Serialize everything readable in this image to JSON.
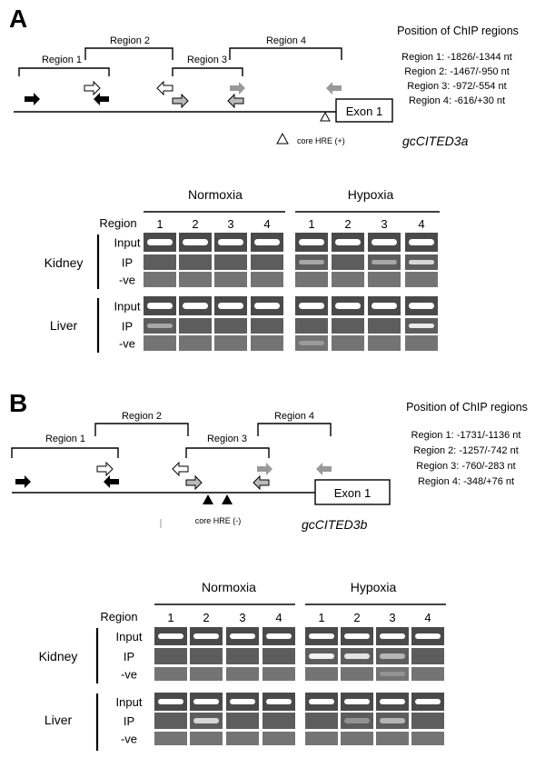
{
  "panel_a": {
    "letter": "A",
    "regions": [
      "Region 1",
      "Region 2",
      "Region 3",
      "Region 4"
    ],
    "exon_label": "Exon 1",
    "hre_label": "core HRE (+)",
    "gene": "gcCITED3a",
    "position_title": "Position of ChIP regions",
    "positions": [
      "Region 1: -1826/-1344 nt",
      "Region 2: -1467/-950 nt",
      "Region 3: -972/-554 nt",
      "Region 4: -616/+30 nt"
    ],
    "gel": {
      "conditions": [
        "Normoxia",
        "Hypoxia"
      ],
      "region_header": "Region",
      "lane_numbers": [
        "1",
        "2",
        "3",
        "4"
      ],
      "tissues": [
        {
          "name": "Kidney",
          "rows": [
            {
              "label": "Input",
              "normoxia": [
                1,
                1,
                1,
                1
              ],
              "hypoxia": [
                1,
                1,
                1,
                1
              ]
            },
            {
              "label": "IP",
              "normoxia": [
                0,
                0,
                0,
                0
              ],
              "hypoxia": [
                0.35,
                0,
                0.35,
                0.7
              ]
            },
            {
              "label": "-ve",
              "normoxia": [
                0,
                0,
                0,
                0
              ],
              "hypoxia": [
                0,
                0,
                0,
                0
              ]
            }
          ]
        },
        {
          "name": "Liver",
          "rows": [
            {
              "label": "Input",
              "normoxia": [
                1,
                1,
                1,
                1
              ],
              "hypoxia": [
                1,
                1,
                1,
                1
              ]
            },
            {
              "label": "IP",
              "normoxia": [
                0.35,
                0,
                0,
                0
              ],
              "hypoxia": [
                0,
                0,
                0,
                0.85
              ]
            },
            {
              "label": "-ve",
              "normoxia": [
                0,
                0,
                0,
                0
              ],
              "hypoxia": [
                0.25,
                0,
                0,
                0
              ]
            }
          ]
        }
      ]
    }
  },
  "panel_b": {
    "letter": "B",
    "regions": [
      "Region 1",
      "Region 2",
      "Region 3",
      "Region 4"
    ],
    "exon_label": "Exon 1",
    "hre_label": "core HRE (-)",
    "gene": "gcCITED3b",
    "position_title": "Position of ChIP regions",
    "positions": [
      "Region 1: -1731/-1136 nt",
      "Region 2: -1257/-742 nt",
      "Region 3: -760/-283 nt",
      "Region 4: -348/+76 nt"
    ],
    "gel": {
      "conditions": [
        "Normoxia",
        "Hypoxia"
      ],
      "region_header": "Region",
      "lane_numbers": [
        "1",
        "2",
        "3",
        "4"
      ],
      "tissues": [
        {
          "name": "Kidney",
          "rows": [
            {
              "label": "Input",
              "normoxia": [
                1,
                1,
                1,
                1
              ],
              "hypoxia": [
                1,
                1,
                1,
                1
              ]
            },
            {
              "label": "IP",
              "normoxia": [
                0,
                0,
                0,
                0
              ],
              "hypoxia": [
                0.9,
                0.8,
                0.45,
                0
              ]
            },
            {
              "label": "-ve",
              "normoxia": [
                0,
                0,
                0,
                0
              ],
              "hypoxia": [
                0,
                0,
                0.2,
                0
              ]
            }
          ]
        },
        {
          "name": "Liver",
          "rows": [
            {
              "label": "Input",
              "normoxia": [
                1,
                1,
                1,
                1
              ],
              "hypoxia": [
                1,
                1,
                1,
                1
              ]
            },
            {
              "label": "IP",
              "normoxia": [
                0,
                0.7,
                0,
                0
              ],
              "hypoxia": [
                0,
                0.2,
                0.45,
                0
              ]
            },
            {
              "label": "-ve",
              "normoxia": [
                0,
                0,
                0,
                0
              ],
              "hypoxia": [
                0,
                0,
                0,
                0
              ]
            }
          ]
        }
      ]
    }
  }
}
